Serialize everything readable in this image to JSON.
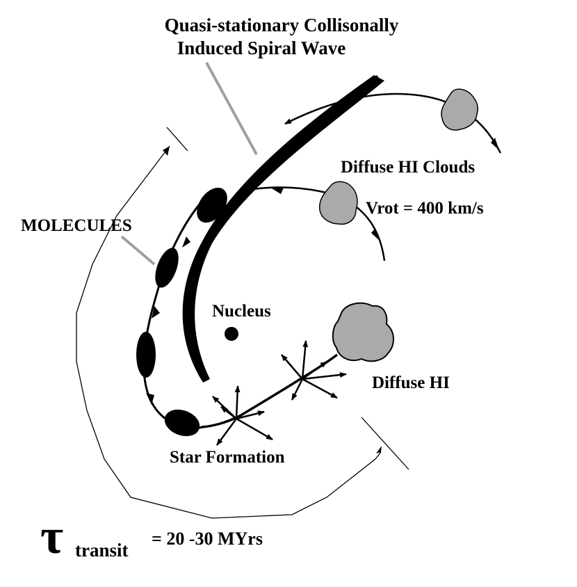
{
  "title": {
    "line1": "Quasi-stationary Collisonally",
    "line2": "Induced Spiral Wave"
  },
  "labels": {
    "diffuse_hi_clouds": "Diffuse HI Clouds",
    "vrot": "Vrot = 400 km/s",
    "molecules": "MOLECULES",
    "nucleus": "Nucleus",
    "diffuse_hi": "Diffuse HI",
    "star_formation": "Star Formation"
  },
  "transit": {
    "symbol": "τ",
    "subscript": "transit",
    "value": "=  20 -30 MYrs"
  },
  "colors": {
    "ink": "#000000",
    "cloud_fill": "#aaaaaa",
    "pointer_line": "#a0a0a0"
  }
}
